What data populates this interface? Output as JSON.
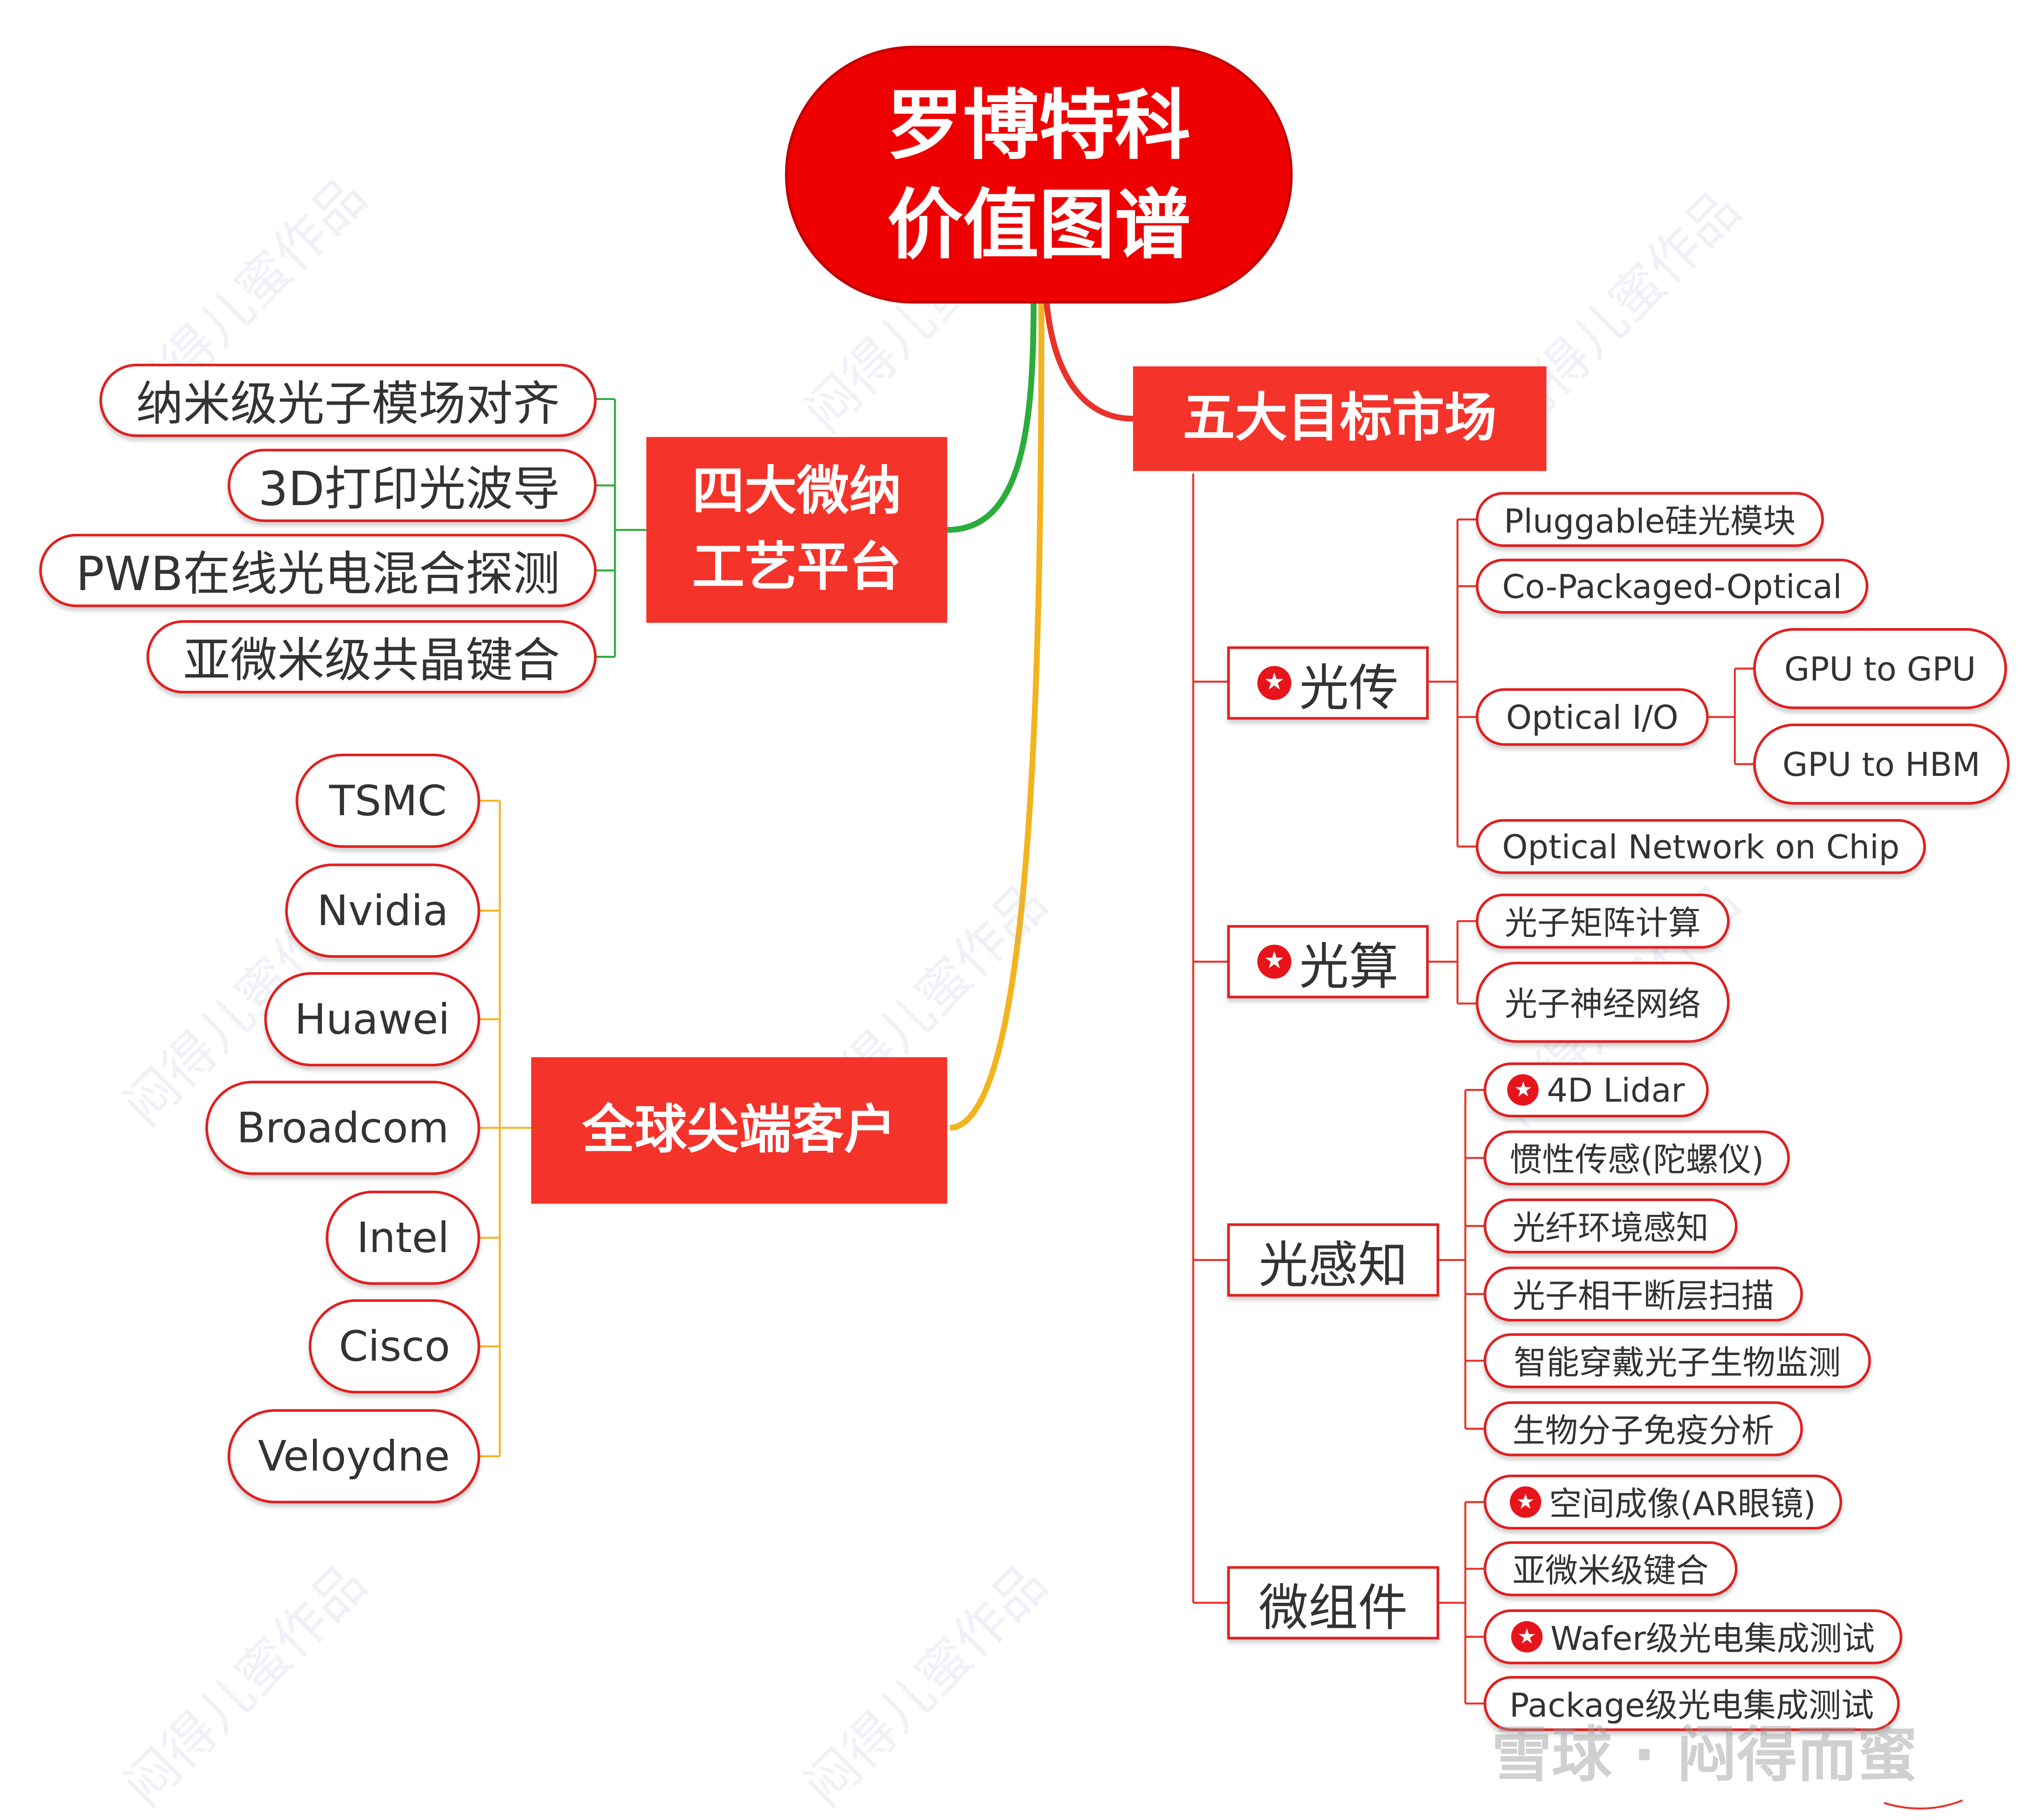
{
  "root": {
    "line1": "罗博特科",
    "line2": "价值图谱"
  },
  "branches": {
    "platforms": {
      "title_line1": "四大微纳",
      "title_line2": "工艺平台",
      "items": [
        "纳米级光子模场对齐",
        "3D打印光波导",
        "PWB在线光电混合探测",
        "亚微米级共晶键合"
      ]
    },
    "customers": {
      "title": "全球尖端客户",
      "items": [
        "TSMC",
        "Nvidia",
        "Huawei",
        "Broadcom",
        "Intel",
        "Cisco",
        "Veloydne"
      ]
    },
    "markets": {
      "title": "五大目标市场",
      "groups": [
        {
          "label": "光传",
          "starred": true,
          "items": [
            {
              "label": "Pluggable硅光模块"
            },
            {
              "label": "Co-Packaged-Optical"
            },
            {
              "label": "Optical I/O",
              "children": [
                "GPU to GPU",
                "GPU to HBM"
              ]
            },
            {
              "label": "Optical Network on Chip"
            }
          ]
        },
        {
          "label": "光算",
          "starred": true,
          "items": [
            {
              "label": "光子矩阵计算"
            },
            {
              "label": "光子神经网络"
            }
          ]
        },
        {
          "label": "光感知",
          "starred": false,
          "items": [
            {
              "label": "4D Lidar",
              "starred": true
            },
            {
              "label": "惯性传感(陀螺仪)"
            },
            {
              "label": "光纤环境感知"
            },
            {
              "label": "光子相干断层扫描"
            },
            {
              "label": "智能穿戴光子生物监测"
            },
            {
              "label": "生物分子免疫分析"
            }
          ]
        },
        {
          "label": "微组件",
          "starred": false,
          "items": [
            {
              "label": "空间成像(AR眼镜)",
              "starred": true
            },
            {
              "label": "亚微米级键合"
            },
            {
              "label": "Wafer级光电集成测试",
              "starred": true
            },
            {
              "label": "Package级光电集成测试"
            }
          ]
        }
      ]
    }
  },
  "watermark": "闷得儿蜜作品",
  "footer_watermark": "雪球 · 闷得而蜜",
  "colors": {
    "root": "#ee0000",
    "main_box": "#f4332a",
    "pill_border": "#e02020",
    "line_platforms": "#2cac3c",
    "line_customers": "#f2b41e",
    "line_markets": "#e8332a"
  }
}
